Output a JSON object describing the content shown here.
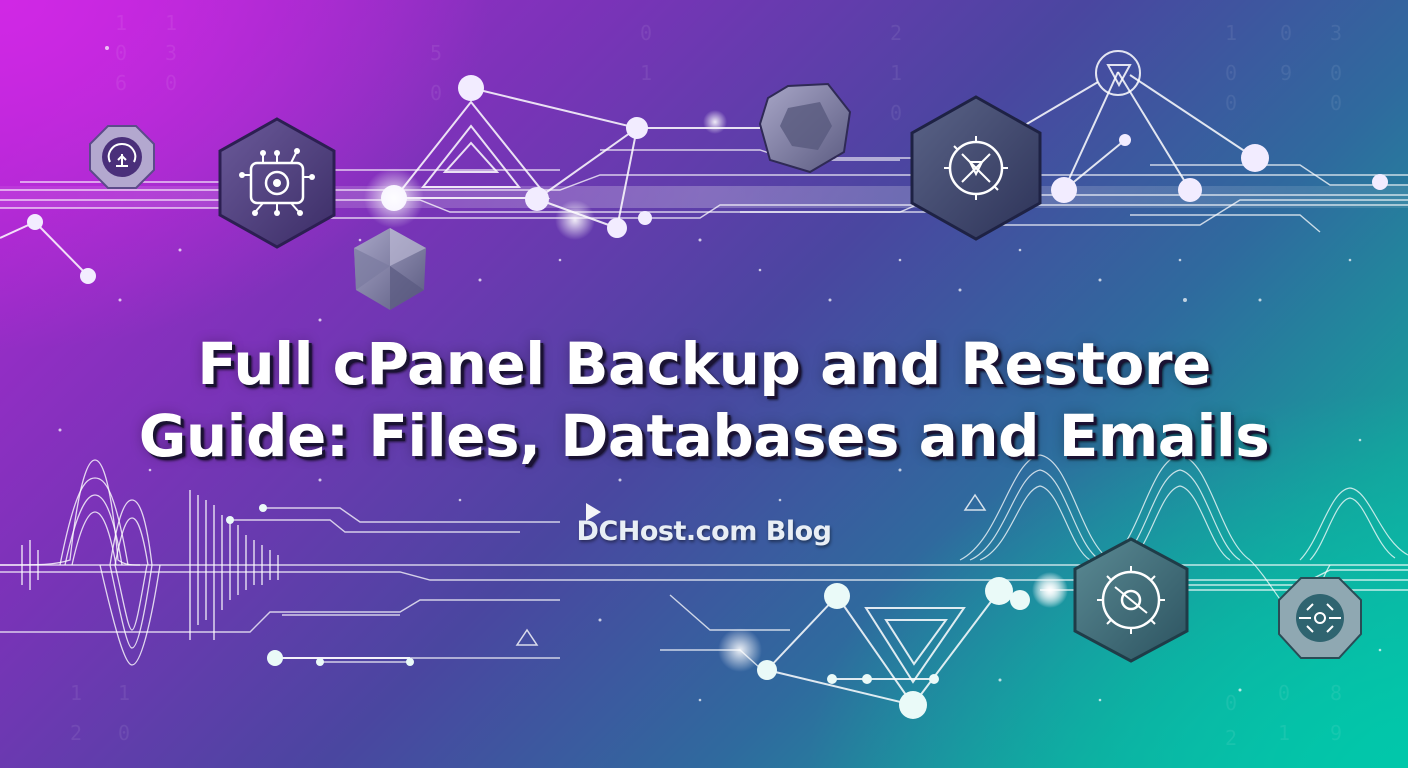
{
  "banner": {
    "title_lines": [
      "Full cPanel Backup and Restore",
      "Guide: Files, Databases and Emails"
    ],
    "subtitle": "DCHost.com Blog",
    "colors": {
      "top_left": "#c424d8",
      "top_right": "#3f4a9c",
      "bottom_left": "#4a4aa0",
      "bottom_right": "#0bbfa8",
      "title_text": "#ffffff",
      "title_shadow": "#1a1233",
      "badge_purple": "#4a3a7a",
      "badge_teal": "#3d6b78"
    },
    "icons": [
      "cloud-sync-icon",
      "circuit-chip-icon",
      "gem-polyhedron-icon",
      "network-hub-icon",
      "triangle-node-icon",
      "gear-circuit-icon",
      "chip-connector-icon",
      "play-triangle-icon"
    ]
  }
}
